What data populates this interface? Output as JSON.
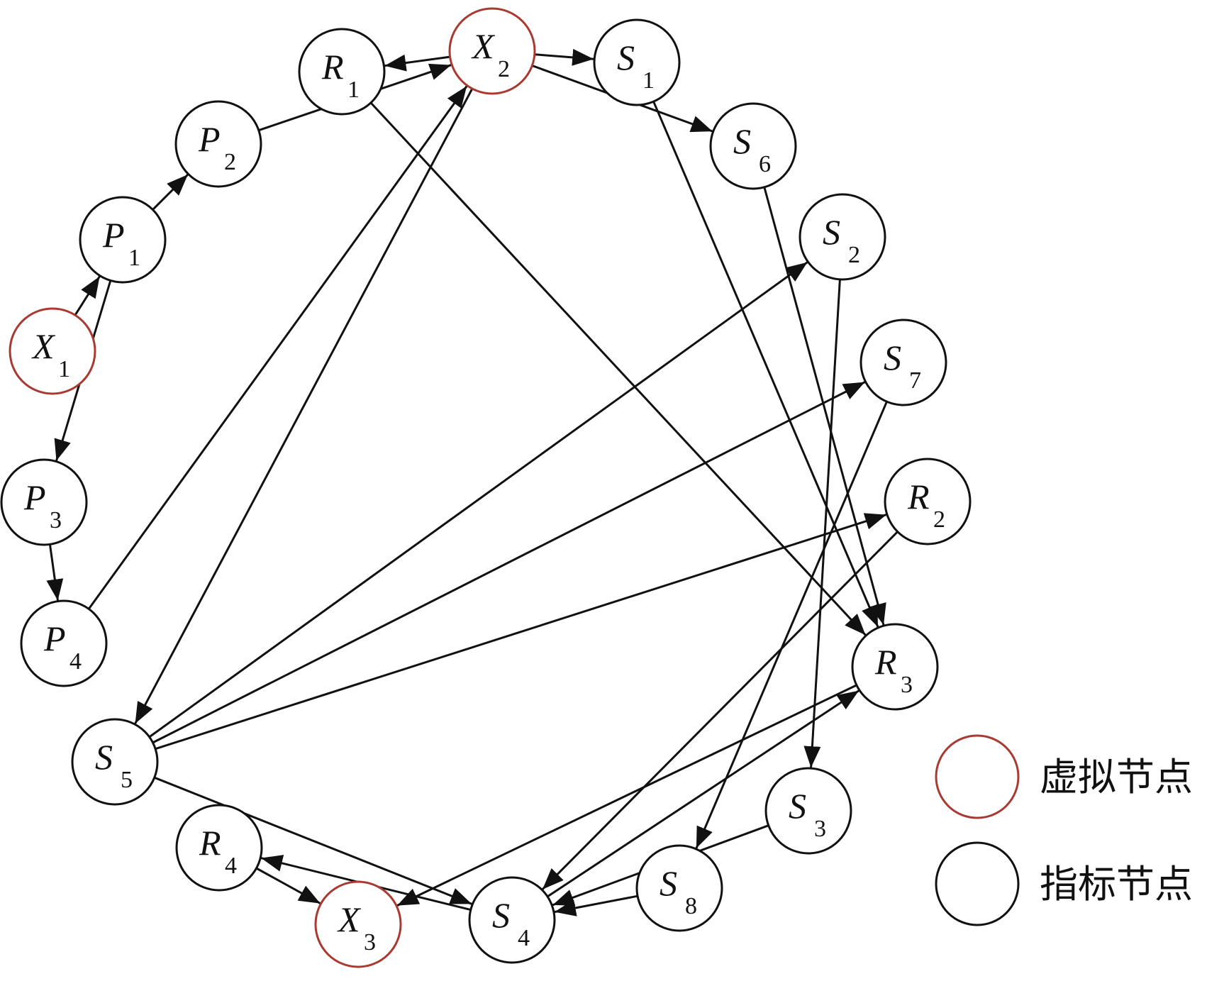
{
  "colors": {
    "virtual_node": "#a83a32",
    "indicator_node": "#111111",
    "edge": "#111111"
  },
  "legend": {
    "virtual_label": "虚拟节点",
    "indicator_label": "指标节点"
  },
  "nodes": [
    {
      "id": "X1",
      "letter": "X",
      "sub": "1",
      "kind": "virtual"
    },
    {
      "id": "P1",
      "letter": "P",
      "sub": "1",
      "kind": "indicator"
    },
    {
      "id": "P2",
      "letter": "P",
      "sub": "2",
      "kind": "indicator"
    },
    {
      "id": "R1",
      "letter": "R",
      "sub": "1",
      "kind": "indicator"
    },
    {
      "id": "X2",
      "letter": "X",
      "sub": "2",
      "kind": "virtual"
    },
    {
      "id": "S1",
      "letter": "S",
      "sub": "1",
      "kind": "indicator"
    },
    {
      "id": "S6",
      "letter": "S",
      "sub": "6",
      "kind": "indicator"
    },
    {
      "id": "S2",
      "letter": "S",
      "sub": "2",
      "kind": "indicator"
    },
    {
      "id": "S7",
      "letter": "S",
      "sub": "7",
      "kind": "indicator"
    },
    {
      "id": "R2",
      "letter": "R",
      "sub": "2",
      "kind": "indicator"
    },
    {
      "id": "R3",
      "letter": "R",
      "sub": "3",
      "kind": "indicator"
    },
    {
      "id": "S3",
      "letter": "S",
      "sub": "3",
      "kind": "indicator"
    },
    {
      "id": "S8",
      "letter": "S",
      "sub": "8",
      "kind": "indicator"
    },
    {
      "id": "S4",
      "letter": "S",
      "sub": "4",
      "kind": "indicator"
    },
    {
      "id": "X3",
      "letter": "X",
      "sub": "3",
      "kind": "virtual"
    },
    {
      "id": "R4",
      "letter": "R",
      "sub": "4",
      "kind": "indicator"
    },
    {
      "id": "S5",
      "letter": "S",
      "sub": "5",
      "kind": "indicator"
    },
    {
      "id": "P4",
      "letter": "P",
      "sub": "4",
      "kind": "indicator"
    },
    {
      "id": "P3",
      "letter": "P",
      "sub": "3",
      "kind": "indicator"
    }
  ],
  "edges": [
    {
      "from": "X1",
      "to": "P1"
    },
    {
      "from": "P1",
      "to": "P2"
    },
    {
      "from": "P1",
      "to": "P3"
    },
    {
      "from": "P3",
      "to": "P4"
    },
    {
      "from": "P2",
      "to": "X2"
    },
    {
      "from": "P4",
      "to": "X2"
    },
    {
      "from": "X2",
      "to": "R1"
    },
    {
      "from": "X2",
      "to": "S1"
    },
    {
      "from": "X2",
      "to": "S6"
    },
    {
      "from": "X2",
      "to": "S5"
    },
    {
      "from": "R1",
      "to": "R3"
    },
    {
      "from": "S1",
      "to": "R3"
    },
    {
      "from": "S6",
      "to": "R3"
    },
    {
      "from": "S2",
      "to": "S3"
    },
    {
      "from": "S7",
      "to": "S8"
    },
    {
      "from": "R2",
      "to": "S4"
    },
    {
      "from": "R3",
      "to": "X3"
    },
    {
      "from": "S3",
      "to": "S4"
    },
    {
      "from": "S8",
      "to": "S4"
    },
    {
      "from": "S4",
      "to": "R4"
    },
    {
      "from": "S4",
      "to": "R3"
    },
    {
      "from": "R4",
      "to": "X3"
    },
    {
      "from": "S5",
      "to": "S2"
    },
    {
      "from": "S5",
      "to": "S7"
    },
    {
      "from": "S5",
      "to": "R2"
    },
    {
      "from": "S5",
      "to": "S4"
    }
  ]
}
